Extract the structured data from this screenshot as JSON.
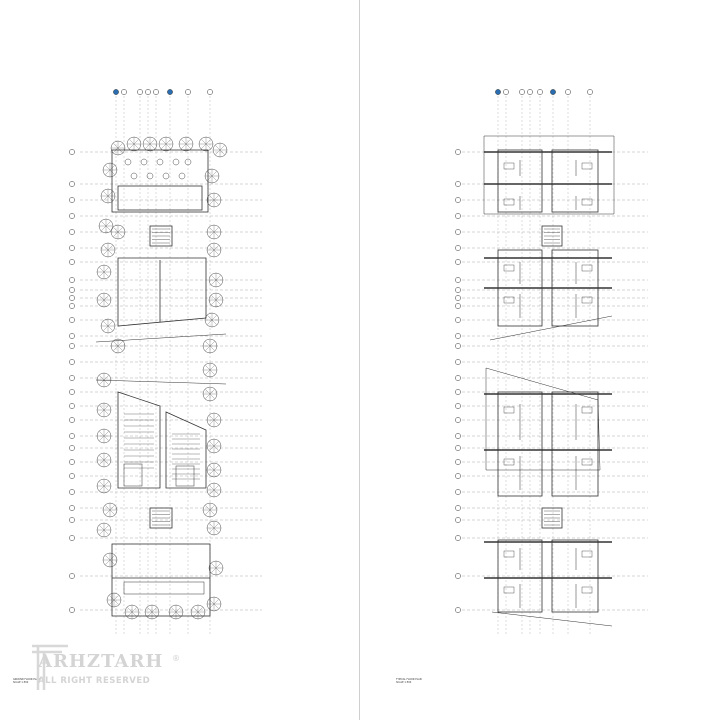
{
  "sheet": {
    "left_caption_title": "GROUND FLOOR PLAN",
    "left_caption_scale": "SCALE 1:500",
    "right_caption_title": "TYPICAL FLOOR PLAN",
    "right_caption_scale": "SCALE 1:500"
  },
  "watermark": {
    "brand": "ARHZTARH",
    "tagline": "ALL RIGHT RESERVED",
    "registered_mark": "®"
  },
  "colors": {
    "line": "#333333",
    "grid": "#8a8a8a",
    "tree": "#4a4a4a",
    "watermark": "#d4d4d4",
    "grid_marker_accent": "#2a6db0"
  },
  "icons": [
    "tree-symbol",
    "grid-bubble",
    "stair-symbol",
    "furniture-table"
  ]
}
